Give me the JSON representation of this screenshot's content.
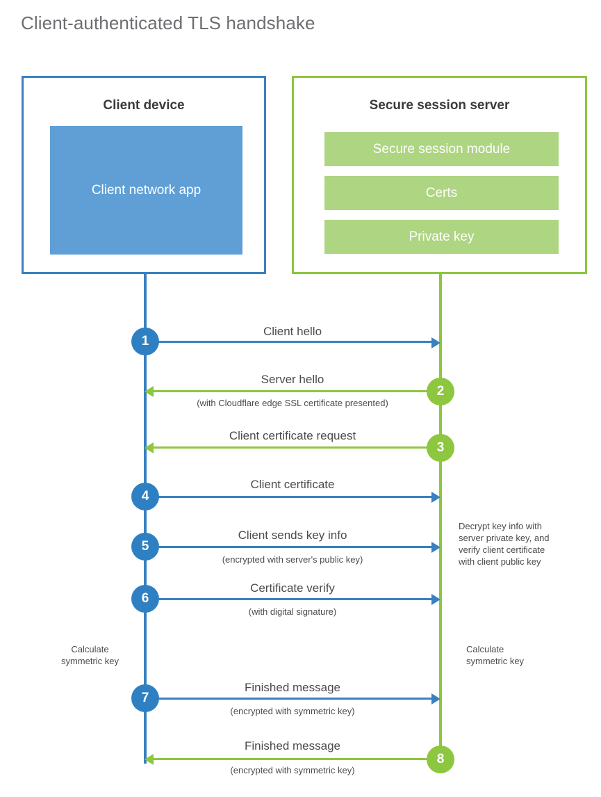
{
  "title": "Client-authenticated TLS handshake",
  "colors": {
    "blue_line": "#3a80c1",
    "blue_circle": "#2e80c2",
    "blue_fill": "#5f9fd6",
    "green_line": "#8dc63f",
    "green_circle": "#8dc63f",
    "green_fill": "#aed581",
    "text": "#4b4b4b",
    "title_text": "#6d6e71",
    "background": "#ffffff"
  },
  "actors": {
    "client": {
      "title": "Client device",
      "app_label": "Client network app"
    },
    "server": {
      "title": "Secure session server",
      "components": [
        "Secure session module",
        "Certs",
        "Private key"
      ]
    }
  },
  "steps": [
    {
      "number": "1",
      "label": "Client hello",
      "sublabel": "",
      "direction": "client-to-server",
      "color": "blue"
    },
    {
      "number": "2",
      "label": "Server hello",
      "sublabel": "(with Cloudflare edge SSL certificate presented)",
      "direction": "server-to-client",
      "color": "green"
    },
    {
      "number": "3",
      "label": "Client certificate request",
      "sublabel": "",
      "direction": "server-to-client",
      "color": "green"
    },
    {
      "number": "4",
      "label": "Client certificate",
      "sublabel": "",
      "direction": "client-to-server",
      "color": "blue"
    },
    {
      "number": "5",
      "label": "Client sends key info",
      "sublabel": "(encrypted with server's public key)",
      "direction": "client-to-server",
      "color": "blue"
    },
    {
      "number": "6",
      "label": "Certificate verify",
      "sublabel": "(with digital signature)",
      "direction": "client-to-server",
      "color": "blue"
    },
    {
      "number": "7",
      "label": "Finished message",
      "sublabel": "(encrypted with symmetric key)",
      "direction": "client-to-server",
      "color": "blue"
    },
    {
      "number": "8",
      "label": "Finished message",
      "sublabel": "(encrypted with symmetric key)",
      "direction": "server-to-client",
      "color": "green"
    }
  ],
  "annotations": {
    "server_decrypt_note": "Decrypt key info with server private key, and verify client certificate with client public key",
    "server_decrypt_note_lines": [
      "Decrypt key info with",
      "server private key, and",
      "verify client certificate",
      "with client public key"
    ],
    "client_calculate_key": "Calculate symmetric key",
    "client_calculate_key_lines": [
      "Calculate",
      "symmetric key"
    ],
    "server_calculate_key": "Calculate symmetric key",
    "server_calculate_key_lines": [
      "Calculate",
      "symmetric key"
    ]
  }
}
